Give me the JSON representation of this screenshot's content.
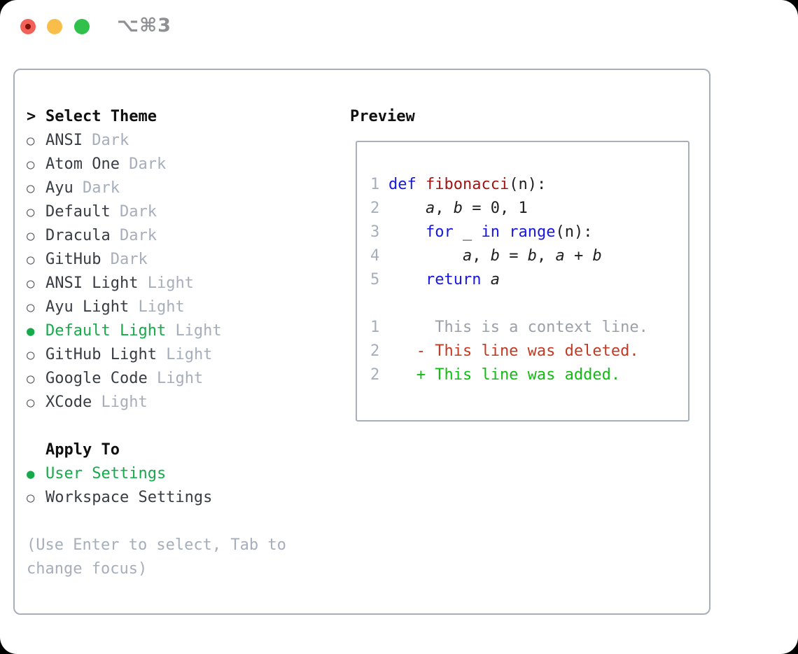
{
  "titlebar": {
    "title": "⌥⌘3"
  },
  "icons": {
    "cursor": ">",
    "radio_selected": "●",
    "radio_unselected": "○"
  },
  "colors": {
    "selection_green": "#17a94a",
    "keyword_blue": "#1717df",
    "function_red": "#a31414",
    "diff_deleted_red": "#c23a22",
    "diff_added_green": "#10bd10",
    "muted_gray": "#a6aebb",
    "panel_border": "#a7afba",
    "traffic_red": "#f2605a",
    "traffic_yellow": "#f9bd4a",
    "traffic_green": "#30c14a"
  },
  "theme_picker": {
    "header": "Select Theme",
    "themes": [
      {
        "name": "ANSI",
        "tag": "Dark",
        "selected": false
      },
      {
        "name": "Atom One",
        "tag": "Dark",
        "selected": false
      },
      {
        "name": "Ayu",
        "tag": "Dark",
        "selected": false
      },
      {
        "name": "Default",
        "tag": "Dark",
        "selected": false
      },
      {
        "name": "Dracula",
        "tag": "Dark",
        "selected": false
      },
      {
        "name": "GitHub",
        "tag": "Dark",
        "selected": false
      },
      {
        "name": "ANSI Light",
        "tag": "Light",
        "selected": false
      },
      {
        "name": "Ayu Light",
        "tag": "Light",
        "selected": false
      },
      {
        "name": "Default Light",
        "tag": "Light",
        "selected": true
      },
      {
        "name": "GitHub Light",
        "tag": "Light",
        "selected": false
      },
      {
        "name": "Google Code",
        "tag": "Light",
        "selected": false
      },
      {
        "name": "XCode",
        "tag": "Light",
        "selected": false
      }
    ],
    "apply_to": {
      "header": "Apply To",
      "options": [
        {
          "label": "User Settings",
          "selected": true
        },
        {
          "label": "Workspace Settings",
          "selected": false
        }
      ]
    },
    "hint_lines": [
      "(Use Enter to select, Tab to",
      "change focus)"
    ]
  },
  "preview": {
    "header": "Preview",
    "code_lines": [
      {
        "num": "1",
        "segments": [
          {
            "t": "def",
            "c": "keyword"
          },
          {
            "t": " "
          },
          {
            "t": "fibonacci",
            "c": "function"
          },
          {
            "t": "(n):"
          }
        ]
      },
      {
        "num": "2",
        "segments": [
          {
            "t": "    "
          },
          {
            "t": "a",
            "c": "var"
          },
          {
            "t": ", "
          },
          {
            "t": "b",
            "c": "var"
          },
          {
            "t": " = 0, 1"
          }
        ]
      },
      {
        "num": "3",
        "segments": [
          {
            "t": "    "
          },
          {
            "t": "for",
            "c": "keyword"
          },
          {
            "t": " _ "
          },
          {
            "t": "in",
            "c": "keyword"
          },
          {
            "t": " "
          },
          {
            "t": "range",
            "c": "keyword"
          },
          {
            "t": "(n):"
          }
        ]
      },
      {
        "num": "4",
        "segments": [
          {
            "t": "        "
          },
          {
            "t": "a",
            "c": "var"
          },
          {
            "t": ", "
          },
          {
            "t": "b",
            "c": "var"
          },
          {
            "t": " = "
          },
          {
            "t": "b",
            "c": "var"
          },
          {
            "t": ", "
          },
          {
            "t": "a",
            "c": "var"
          },
          {
            "t": " + "
          },
          {
            "t": "b",
            "c": "var"
          }
        ]
      },
      {
        "num": "5",
        "segments": [
          {
            "t": "    "
          },
          {
            "t": "return",
            "c": "keyword"
          },
          {
            "t": " "
          },
          {
            "t": "a",
            "c": "var"
          }
        ]
      }
    ],
    "diff_lines": [
      {
        "num": "1",
        "kind": "context",
        "text": "     This is a context line."
      },
      {
        "num": "2",
        "kind": "deleted",
        "text": "   - This line was deleted."
      },
      {
        "num": "2",
        "kind": "added",
        "text": "   + This line was added."
      }
    ]
  }
}
